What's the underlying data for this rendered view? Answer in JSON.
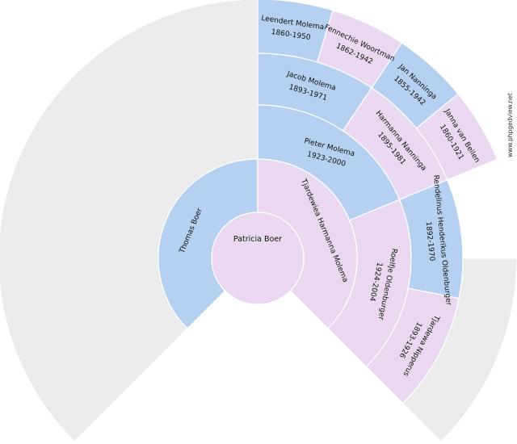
{
  "watermark": "www.phpgedview.net",
  "root": {
    "name": "Patricia Boer",
    "sex": "female"
  },
  "gen1": [
    {
      "name": "Thomas Boer",
      "years": "",
      "sex": "male"
    },
    {
      "name": "Tjardewiea Harmanna Molema",
      "years": "",
      "sex": "female"
    }
  ],
  "gen2": [
    {
      "name": "",
      "years": "",
      "sex": "empty"
    },
    {
      "name": "",
      "years": "",
      "sex": "empty"
    },
    {
      "name": "Pieter Molema",
      "years": "1923-2000",
      "sex": "male"
    },
    {
      "name": "Roelfje Oldenburger",
      "years": "1924-2004",
      "sex": "female"
    }
  ],
  "gen3": [
    {
      "name": "Jacob Molema",
      "years": "1893-1971",
      "sex": "male"
    },
    {
      "name": "Harmanna Nanninga",
      "years": "1895-1981",
      "sex": "female"
    },
    {
      "name": "Rendelinus Henderikus Oldenburger",
      "years": "1892-1970",
      "sex": "male"
    },
    {
      "name": "Tjardewa Nipperus",
      "years": "1893-1926",
      "sex": "female"
    }
  ],
  "gen4": [
    {
      "name": "Leendert Molema",
      "years": "1860-1950",
      "sex": "male"
    },
    {
      "name": "Fennechie Woortman",
      "years": "1862-1942",
      "sex": "female"
    },
    {
      "name": "Jan Nanninga",
      "years": "1855-1942",
      "sex": "male"
    },
    {
      "name": "Janna van Beilen",
      "years": "1860-1921",
      "sex": "female"
    }
  ]
}
